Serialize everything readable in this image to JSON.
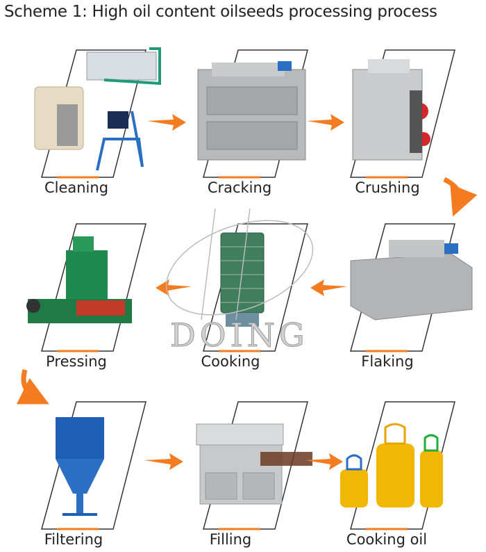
{
  "title": "Scheme 1:  High oil content oilseeds processing process",
  "watermark": "DOING",
  "steps": [
    {
      "label": "Cleaning"
    },
    {
      "label": "Cracking"
    },
    {
      "label": "Crushing"
    },
    {
      "label": "Flaking"
    },
    {
      "label": "Cooking"
    },
    {
      "label": "Pressing"
    },
    {
      "label": "Filtering"
    },
    {
      "label": "Filling"
    },
    {
      "label": "Cooking oil"
    }
  ],
  "colors": {
    "accent": "#f47b20",
    "frame": "#333333",
    "machine_gray": "#a7a9ab",
    "machine_green": "#2f8f5a",
    "machine_blue": "#2a6fc4",
    "oil": "#f2b705"
  }
}
